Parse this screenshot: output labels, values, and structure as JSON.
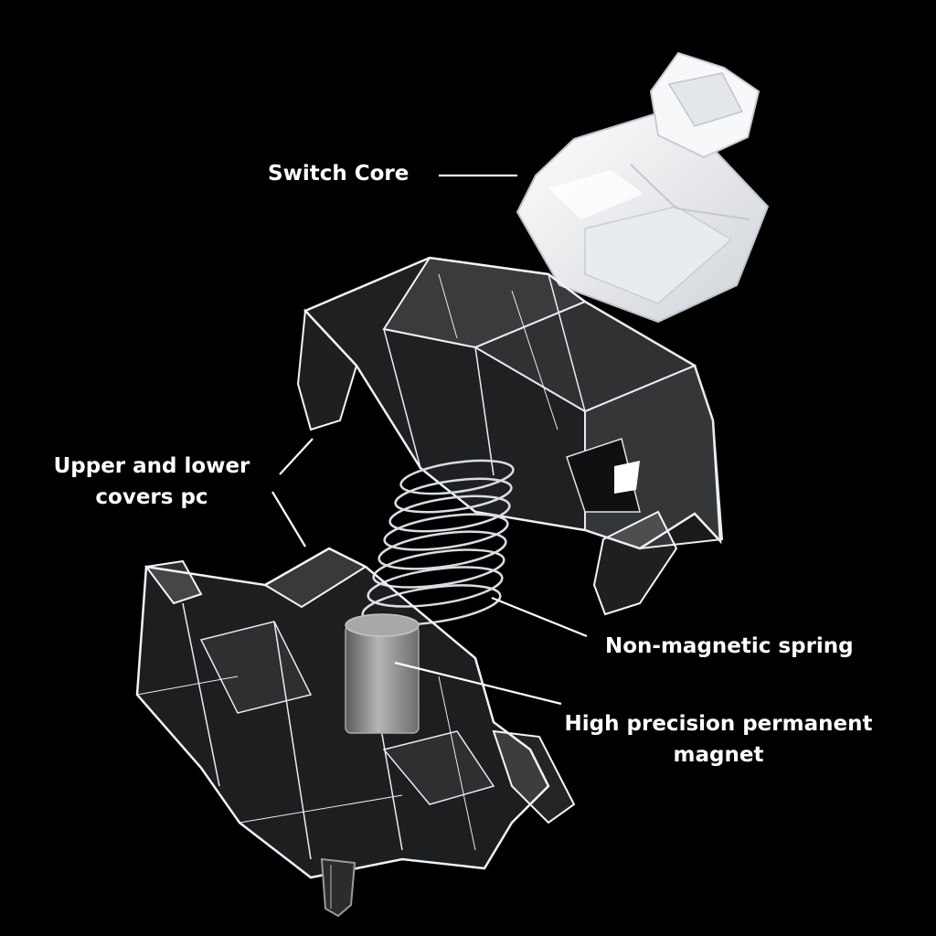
{
  "labels": {
    "switch_core": "Switch Core",
    "covers_line1": "Upper and lower",
    "covers_line2": "covers pc",
    "spring": "Non-magnetic spring",
    "magnet_line1": "High precision permanent",
    "magnet_line2": "magnet"
  },
  "colors": {
    "background": "#000000",
    "text": "#ffffff",
    "core": "#f2f3f6",
    "clear_part": "#dfe6ee",
    "magnet": "#8e8e8e"
  }
}
